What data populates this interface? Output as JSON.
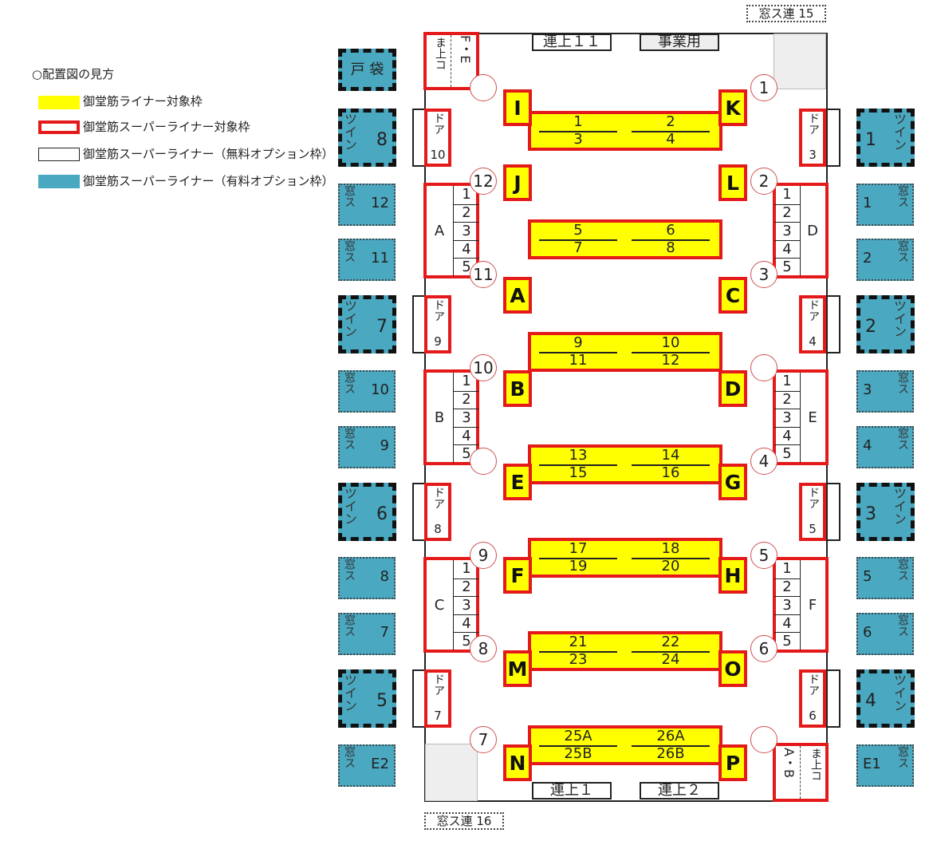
{
  "legend": {
    "title": "○配置図の見方",
    "items": [
      {
        "label": "御堂筋ライナー対象枠",
        "color": "#ffff00"
      },
      {
        "label": "御堂筋スーパーライナー対象枠",
        "color": "#e41a1a"
      },
      {
        "label": "御堂筋スーパーライナー（無料オプション枠）",
        "color": "#ffffff"
      },
      {
        "label": "御堂筋スーパーライナー（有料オプション枠）",
        "color": "#4aa8c0"
      }
    ]
  },
  "labels": {
    "ren_top": "窓ス連 15",
    "ren_bottom": "窓ス連 16",
    "renjo11": "連上１１",
    "jigyo": "事業用",
    "renjo1": "連上１",
    "renjo2": "連上２",
    "mahoko": "ま上コ",
    "fe": "F・E",
    "ab": "A・B",
    "tobukuro": "戸 袋"
  },
  "left_teal": [
    {
      "t": "ツイン",
      "n": "8"
    },
    {
      "t": "窓ス",
      "n": "12"
    },
    {
      "t": "窓ス",
      "n": "11"
    },
    {
      "t": "ツイン",
      "n": "7"
    },
    {
      "t": "窓ス",
      "n": "10"
    },
    {
      "t": "窓ス",
      "n": "9"
    },
    {
      "t": "ツイン",
      "n": "6"
    },
    {
      "t": "窓ス",
      "n": "8"
    },
    {
      "t": "窓ス",
      "n": "7"
    },
    {
      "t": "ツイン",
      "n": "5"
    },
    {
      "t": "窓ス",
      "n": "E2"
    }
  ],
  "right_teal": [
    {
      "t": "ツイン",
      "n": "1"
    },
    {
      "t": "窓ス",
      "n": "1"
    },
    {
      "t": "窓ス",
      "n": "2"
    },
    {
      "t": "ツイン",
      "n": "2"
    },
    {
      "t": "窓ス",
      "n": "3"
    },
    {
      "t": "窓ス",
      "n": "4"
    },
    {
      "t": "ツイン",
      "n": "3"
    },
    {
      "t": "窓ス",
      "n": "5"
    },
    {
      "t": "窓ス",
      "n": "6"
    },
    {
      "t": "ツイン",
      "n": "4"
    },
    {
      "t": "窓ス",
      "n": "E1"
    }
  ],
  "left_doors": [
    {
      "t": "ドア",
      "n": "10"
    },
    {
      "t": "ドア",
      "n": "9"
    },
    {
      "t": "ドア",
      "n": "8"
    },
    {
      "t": "ドア",
      "n": "7"
    }
  ],
  "right_doors": [
    {
      "t": "ドア",
      "n": "3"
    },
    {
      "t": "ドア",
      "n": "4"
    },
    {
      "t": "ドア",
      "n": "5"
    },
    {
      "t": "ドア",
      "n": "6"
    }
  ],
  "stacks": [
    {
      "label": "A",
      "nums": [
        "1",
        "2",
        "3",
        "4",
        "5"
      ]
    },
    {
      "label": "B",
      "nums": [
        "1",
        "2",
        "3",
        "4",
        "5"
      ]
    },
    {
      "label": "C",
      "nums": [
        "1",
        "2",
        "3",
        "4",
        "5"
      ]
    },
    {
      "label": "D",
      "nums": [
        "1",
        "2",
        "3",
        "4",
        "5"
      ]
    },
    {
      "label": "E",
      "nums": [
        "1",
        "2",
        "3",
        "4",
        "5"
      ]
    },
    {
      "label": "F",
      "nums": [
        "1",
        "2",
        "3",
        "4",
        "5"
      ]
    }
  ],
  "bars": [
    {
      "l": "I",
      "r": "K",
      "tl": "1",
      "tr": "2",
      "bl": "3",
      "br": "4"
    },
    {
      "l": "A",
      "r": "C",
      "tl": "5",
      "tr": "6",
      "bl": "7",
      "br": "8"
    },
    {
      "l": "B",
      "r": "D",
      "tl": "9",
      "tr": "10",
      "bl": "11",
      "br": "12"
    },
    {
      "l": "E",
      "r": "G",
      "tl": "13",
      "tr": "14",
      "bl": "15",
      "br": "16"
    },
    {
      "l": "F",
      "r": "H",
      "tl": "17",
      "tr": "18",
      "bl": "19",
      "br": "20"
    },
    {
      "l": "M",
      "r": "O",
      "tl": "21",
      "tr": "22",
      "bl": "23",
      "br": "24"
    },
    {
      "l": "N",
      "r": "P",
      "tl": "25A",
      "tr": "26A",
      "bl": "25B",
      "br": "26B"
    }
  ],
  "single_boxes": [
    "J",
    "L"
  ],
  "circles": [
    "1",
    "2",
    "3",
    "4",
    "5",
    "6",
    "7",
    "8",
    "9",
    "10",
    "11",
    "12"
  ]
}
